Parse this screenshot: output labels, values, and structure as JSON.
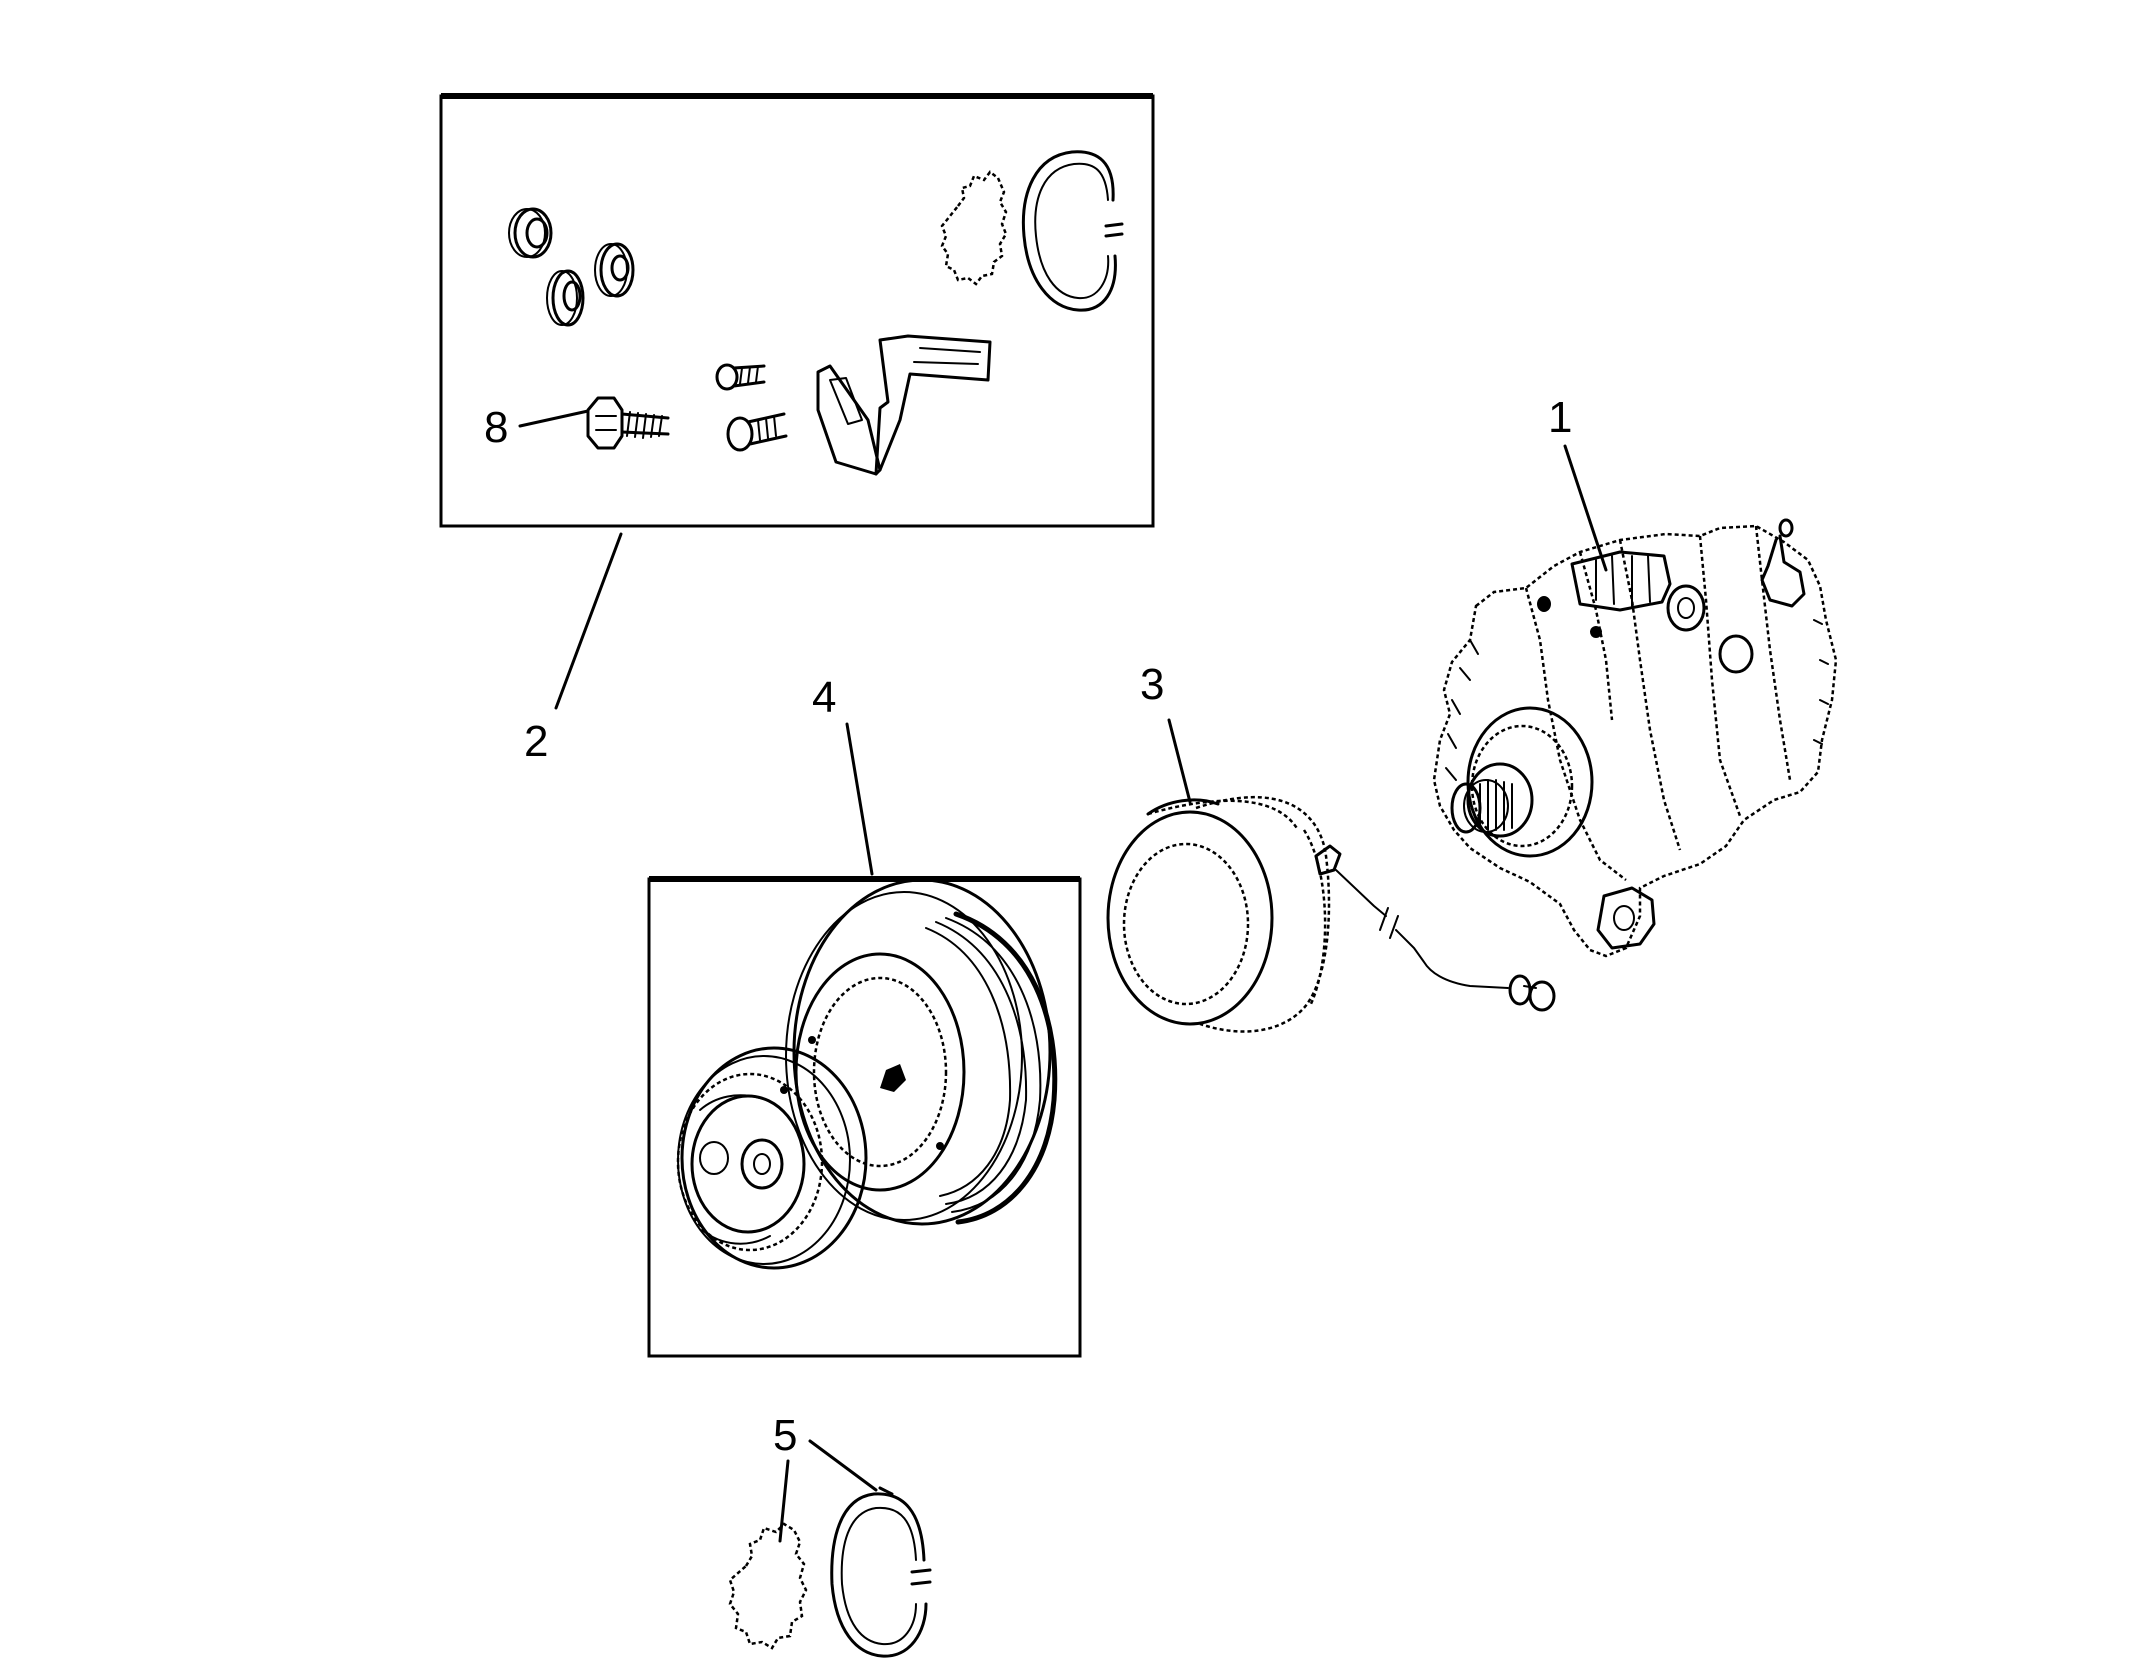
{
  "callouts": {
    "c1": "1",
    "c2": "2",
    "c3": "3",
    "c4": "4",
    "c5": "5",
    "c8": "8"
  },
  "colors": {
    "line": "#000000",
    "background": "#ffffff"
  }
}
